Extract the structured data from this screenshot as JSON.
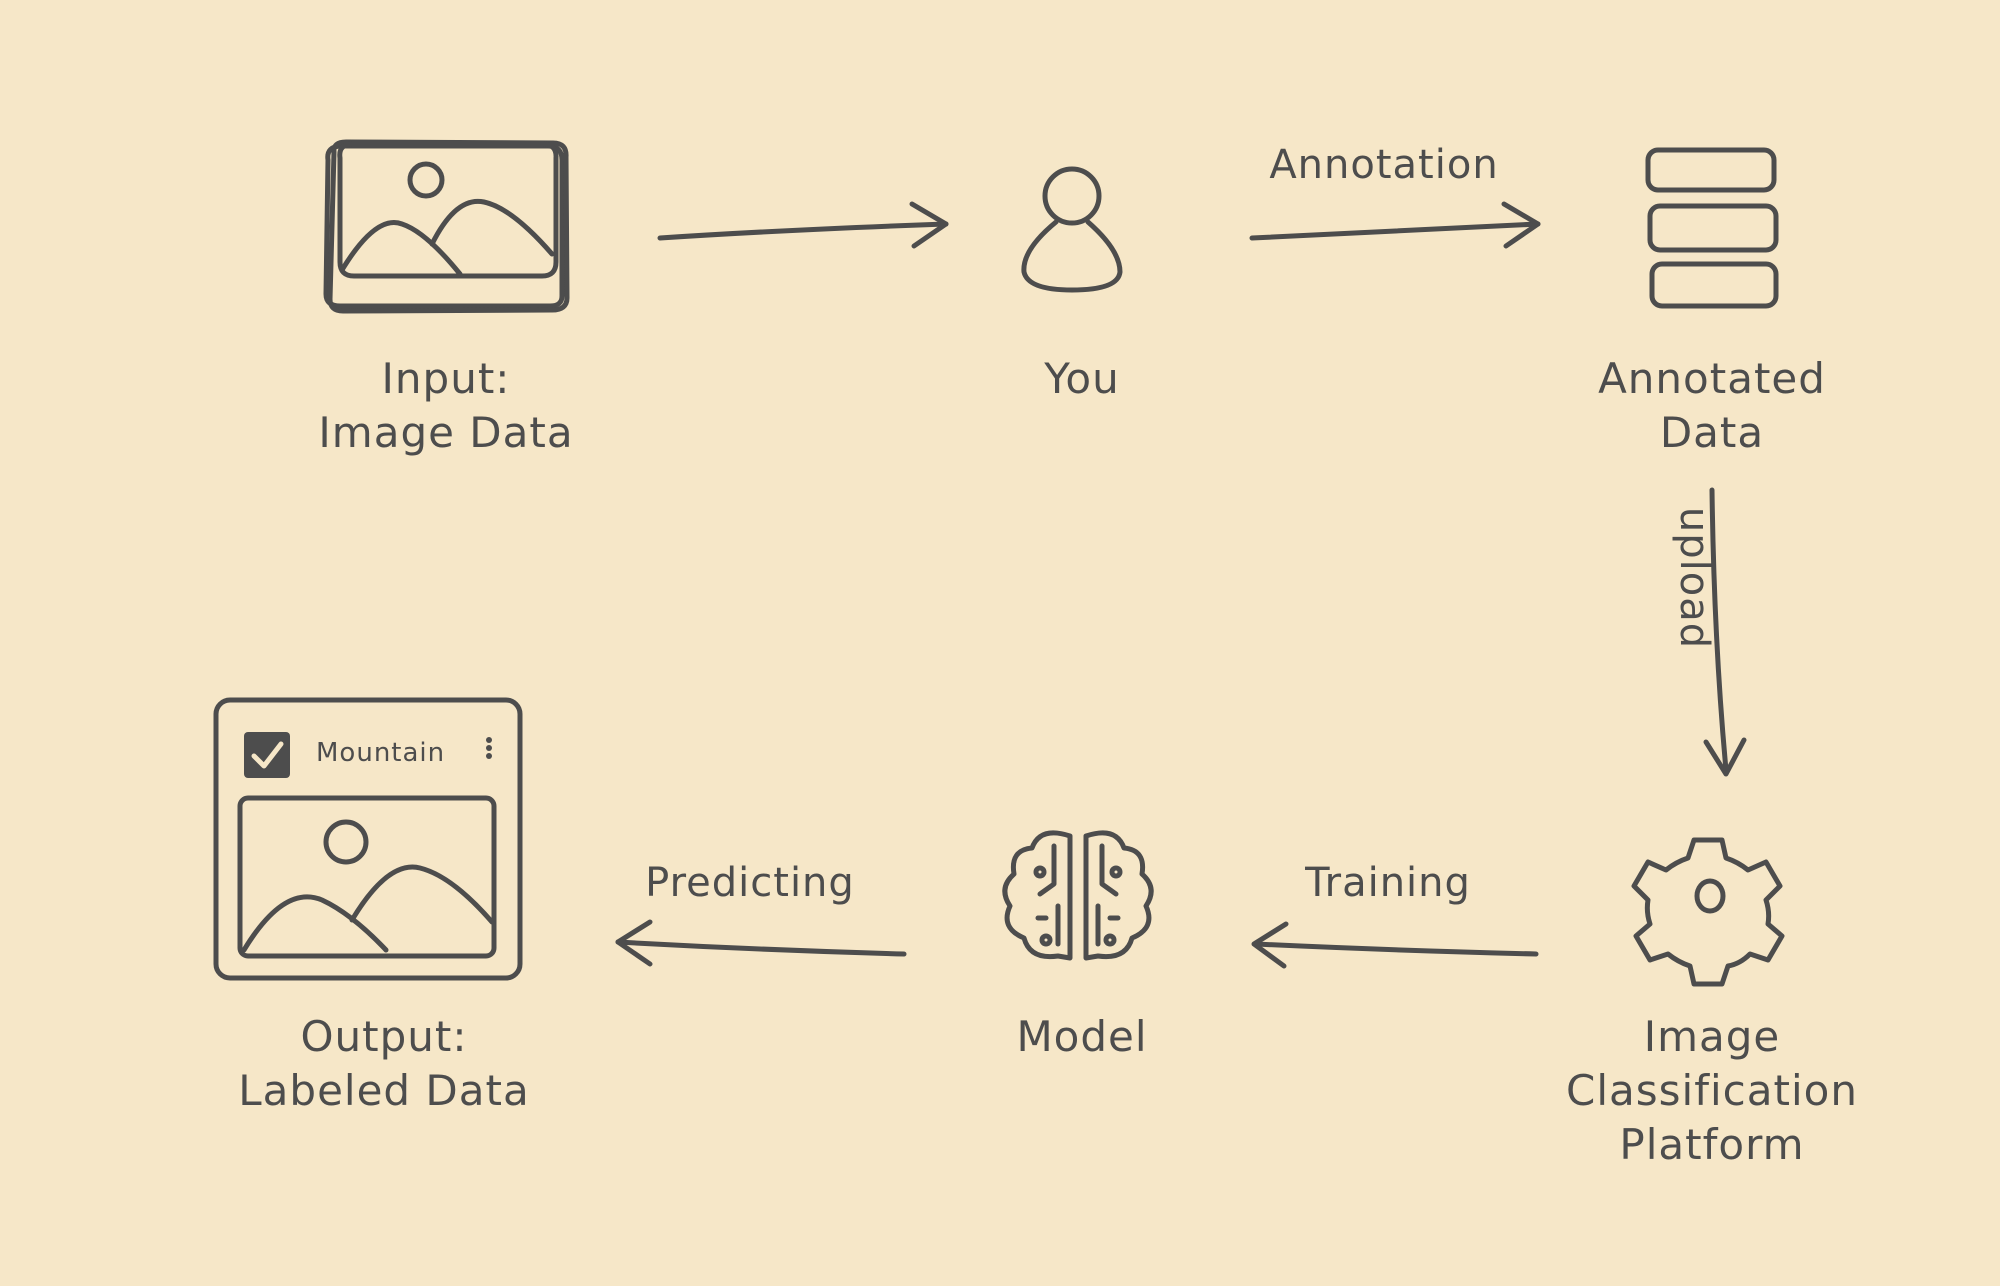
{
  "nodes": {
    "input": {
      "line1": "Input:",
      "line2": "Image Data",
      "icon": "images-stack-icon"
    },
    "you": {
      "line1": "You",
      "icon": "person-icon"
    },
    "annotated": {
      "line1": "Annotated",
      "line2": "Data",
      "icon": "database-stack-icon"
    },
    "platform": {
      "line1": "Image",
      "line2": "Classification",
      "line3": "Platform",
      "icon": "gear-icon"
    },
    "model": {
      "line1": "Model",
      "icon": "brain-circuit-icon"
    },
    "output": {
      "line1": "Output:",
      "line2": "Labeled Data",
      "icon": "labeled-image-card-icon",
      "card": {
        "checkbox_checked": true,
        "label": "Mountain",
        "menu_icon": "vertical-dots-icon"
      }
    }
  },
  "edges": {
    "input_to_you": {
      "label": ""
    },
    "you_to_annotated": {
      "label": "Annotation"
    },
    "annotated_to_platform": {
      "label": "upload"
    },
    "platform_to_model": {
      "label": "Training"
    },
    "model_to_output": {
      "label": "Predicting"
    }
  },
  "colors": {
    "background": "#f6e7c8",
    "ink": "#4d4d4d"
  }
}
